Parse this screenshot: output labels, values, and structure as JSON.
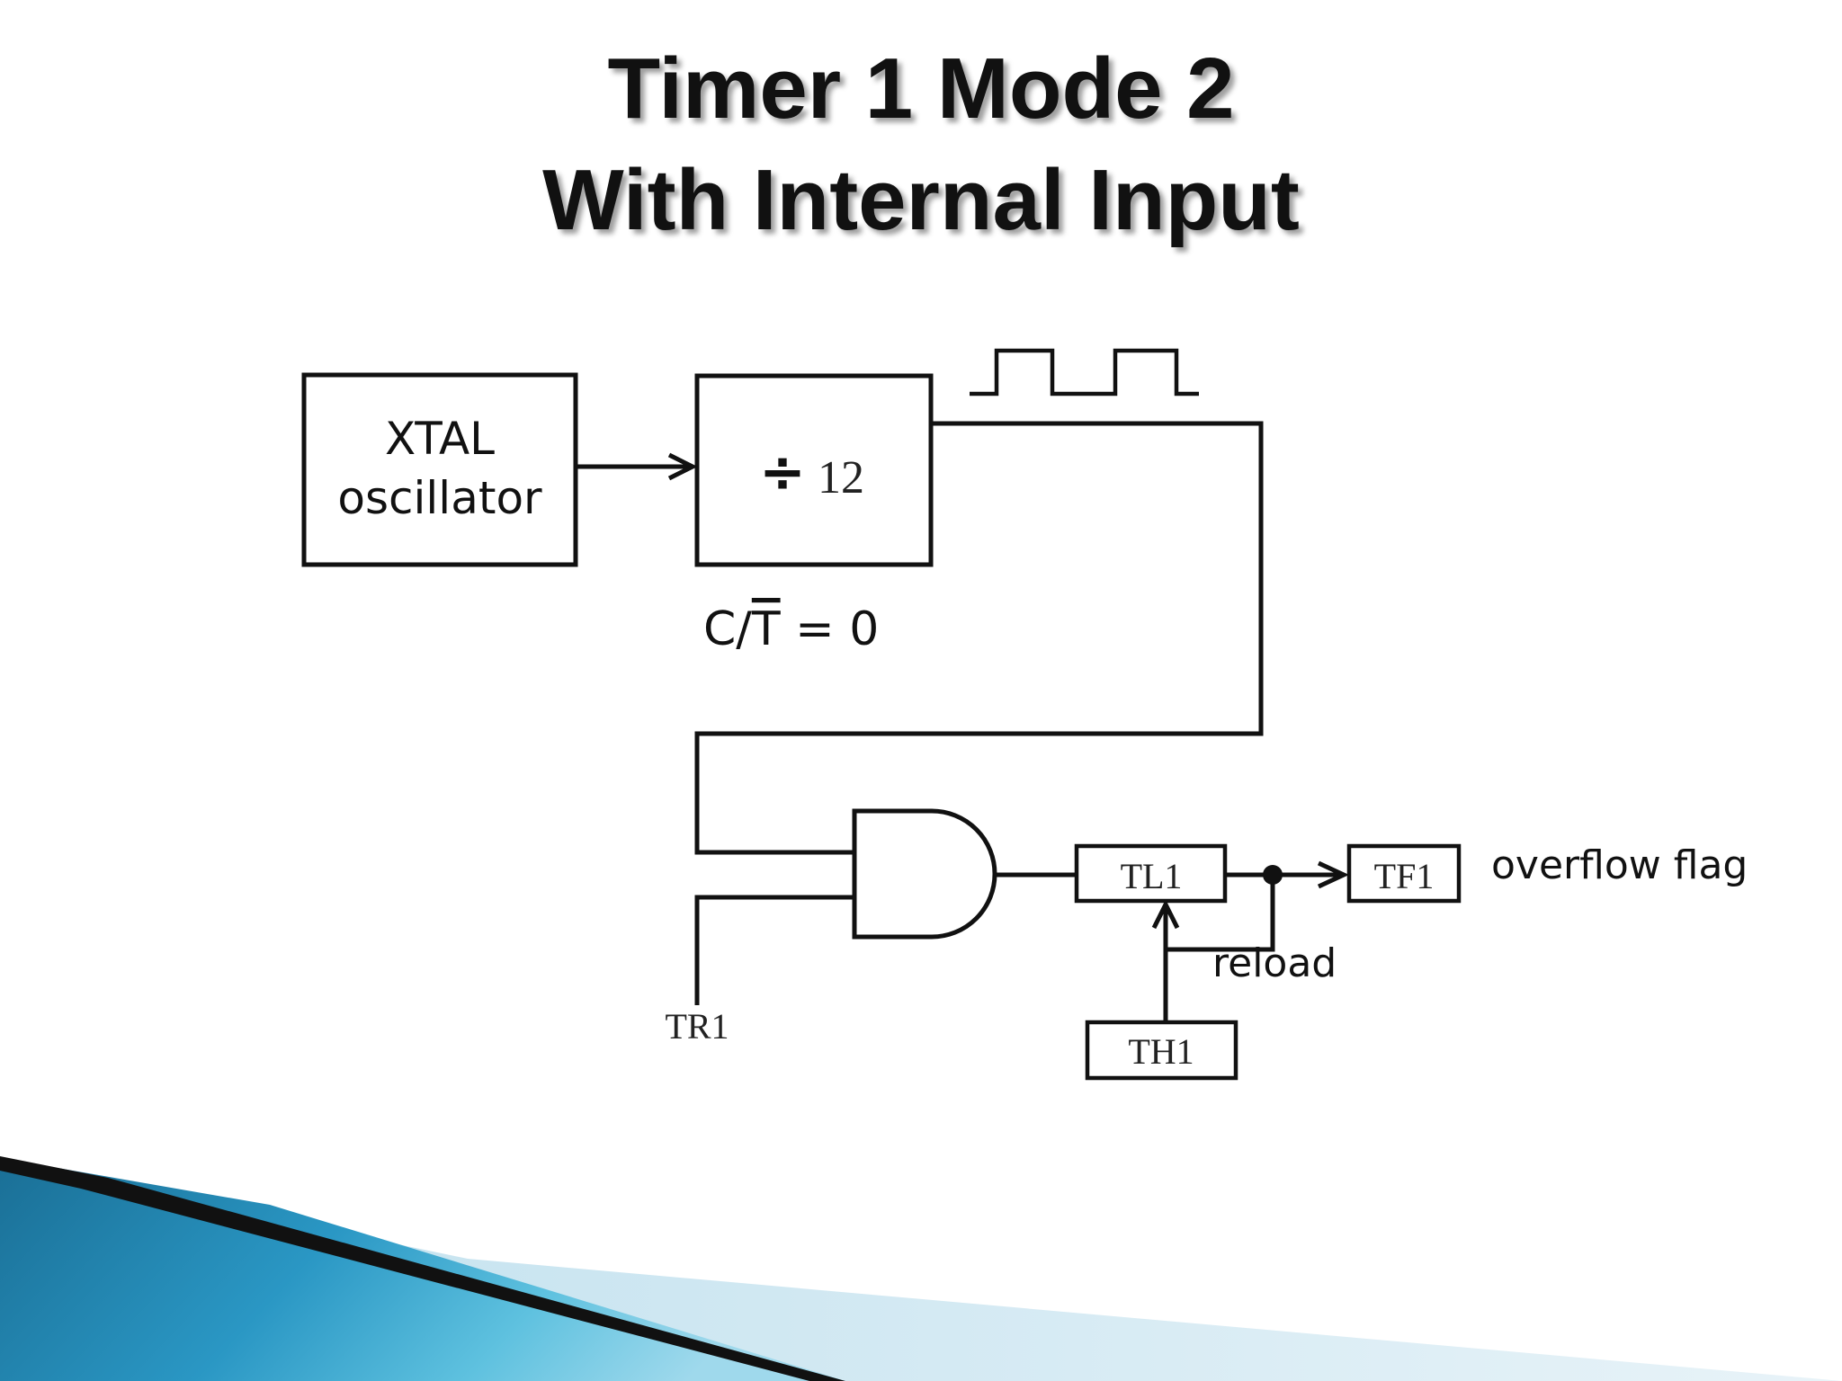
{
  "title": {
    "line1": "Timer 1 Mode 2",
    "line2": "With  Internal  Input"
  },
  "diagram": {
    "xtal_line1": "XTAL",
    "xtal_line2": "oscillator",
    "divider_symbol": "÷",
    "divider_value": "12",
    "ct_prefix": "C/",
    "ct_bar": "T",
    "ct_suffix": " = 0",
    "tr1": "TR1",
    "tl1": "TL1",
    "tf1": "TF1",
    "th1": "TH1",
    "overflow_flag": "overflow flag",
    "reload": "reload"
  },
  "colors": {
    "line": "#111111",
    "accent_blue": "#1f7fa8",
    "accent_light": "#5fc3e0"
  }
}
